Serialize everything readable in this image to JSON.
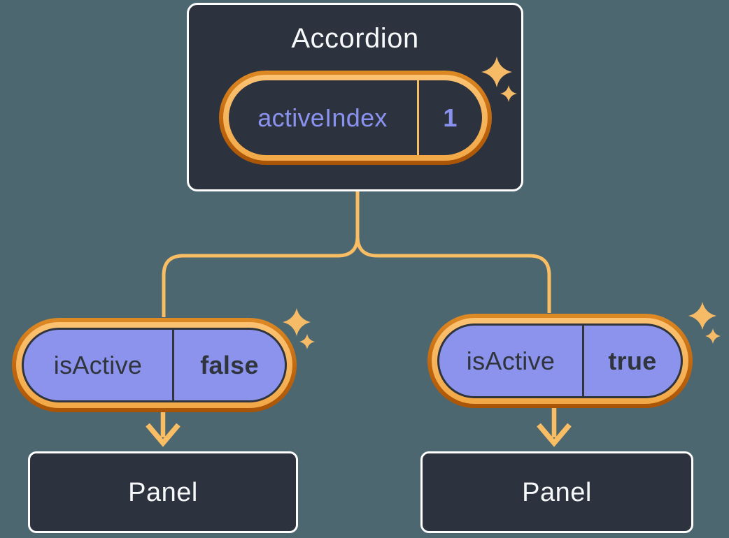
{
  "theme": {
    "bg": "#4c6770",
    "card": "#2d333e",
    "card-border": "#ffffff",
    "text-light": "#f7f8fa",
    "ink": "#30353d",
    "purple": "#8a92ef",
    "pill-purple": "#8b93ec",
    "orange-dark": "#c0660e",
    "orange-dark-hi": "#de8a24",
    "orange-deep": "#a85407",
    "orange-light": "#fbc272",
    "orange-light-lo": "#f2a846",
    "connector": "#f9bd64",
    "sparkle": "#f6bb66"
  },
  "accordion": {
    "title": "Accordion",
    "state": {
      "label": "activeIndex",
      "value": "1"
    }
  },
  "items": [
    {
      "state": {
        "label": "isActive",
        "value": "false"
      },
      "panel": {
        "title": "Panel"
      }
    },
    {
      "state": {
        "label": "isActive",
        "value": "true"
      },
      "panel": {
        "title": "Panel"
      }
    }
  ]
}
